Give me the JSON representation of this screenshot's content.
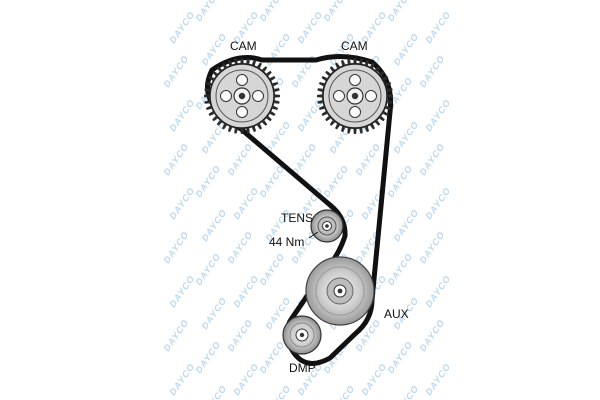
{
  "labels": {
    "cam_left": "CAM",
    "cam_right": "CAM",
    "tensioner": "TENS",
    "torque": "44 Nm",
    "aux": "AUX",
    "dmp": "DMP"
  },
  "watermark": "DAYCO",
  "colors": {
    "belt": "#111111",
    "pulley_fill": "#d4d4d4",
    "pulley_dark": "#777777",
    "watermark": "#b9d8f0",
    "background": "#ffffff"
  }
}
